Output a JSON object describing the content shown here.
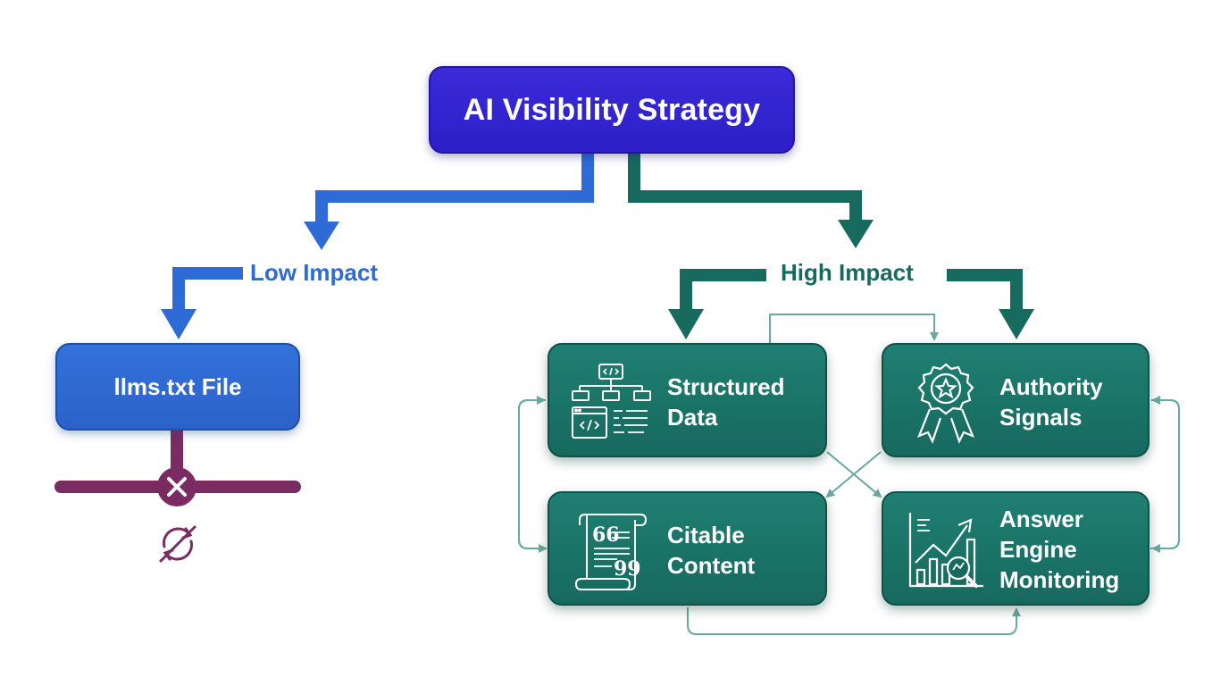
{
  "root": {
    "title": "AI Visibility Strategy"
  },
  "branches": {
    "low": {
      "label": "Low Impact",
      "color": "#2f6bd6"
    },
    "high": {
      "label": "High Impact",
      "color": "#176a5e"
    }
  },
  "low_node": {
    "label": "llms.txt File",
    "status_icon": "blocked-x-icon",
    "sync_icon": "sync-disabled-icon",
    "status_color": "#7a2c62"
  },
  "high_nodes": [
    {
      "id": "structured-data",
      "label": "Structured\nData",
      "icon": "structured-data-icon"
    },
    {
      "id": "authority-signals",
      "label": "Authority\nSignals",
      "icon": "award-badge-icon"
    },
    {
      "id": "citable-content",
      "label": "Citable\nContent",
      "icon": "quote-scroll-icon"
    },
    {
      "id": "answer-engine-monitoring",
      "label": "Answer\nEngine\nMonitoring",
      "icon": "analytics-chart-icon"
    }
  ],
  "colors": {
    "root": "#2c1fc7",
    "low_node": "#2b62c9",
    "high_node": "#17695e",
    "connector": "#6aa9a0"
  }
}
